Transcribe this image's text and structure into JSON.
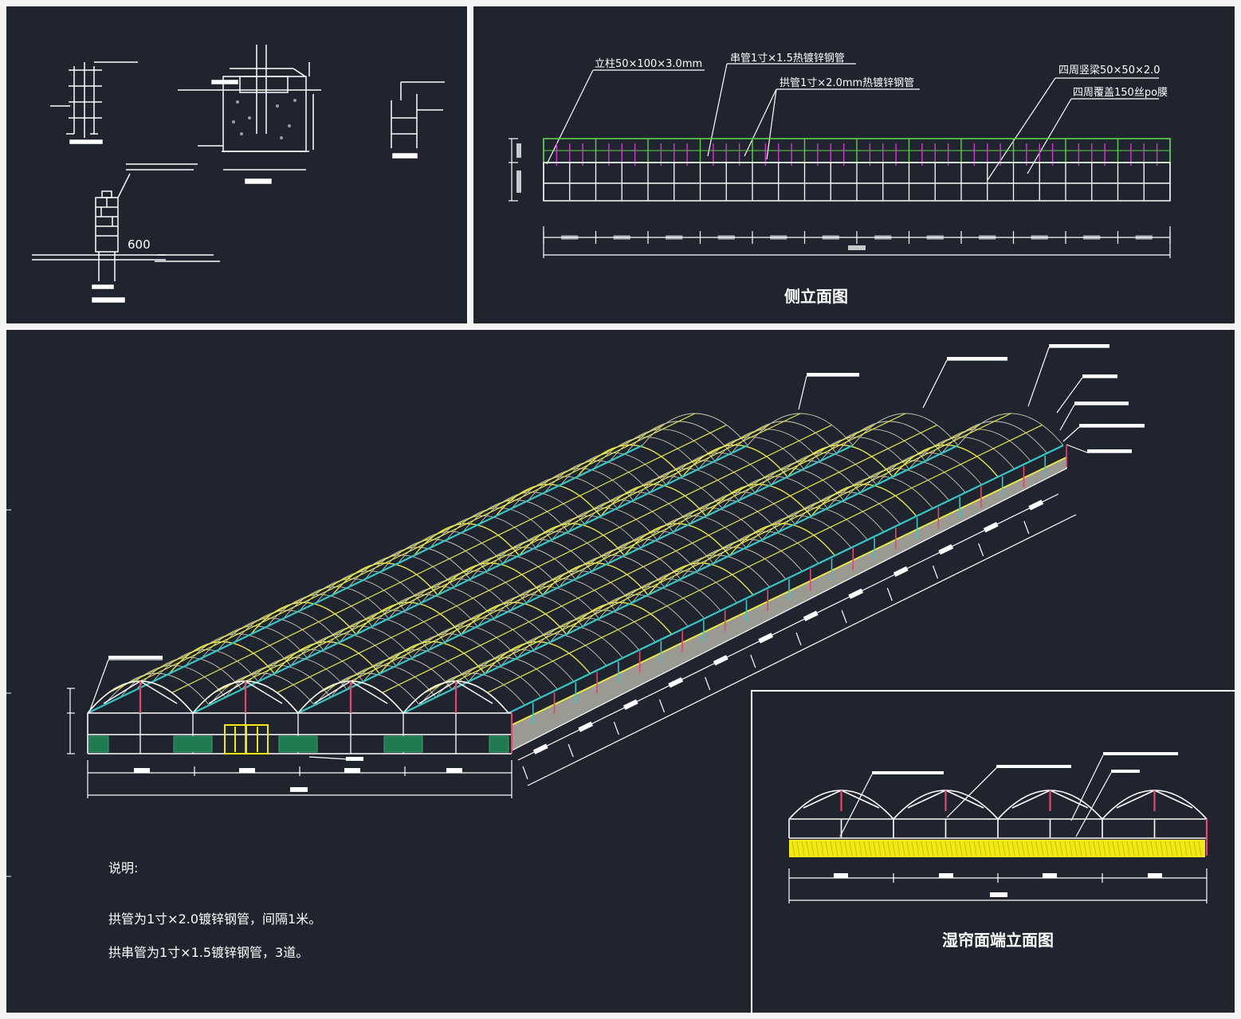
{
  "side_elevation": {
    "title": "侧立面图",
    "labels": {
      "column": "立柱50×100×3.0mm",
      "string_pipe": "串管1寸×1.5热镀锌钢管",
      "arch_pipe": "拱管1寸×2.0mm热镀锌钢管",
      "perimeter_beam": "四周竖梁50×50×2.0",
      "perimeter_film": "四周覆盖150丝po膜"
    },
    "dim_600": "600"
  },
  "end_elevation": {
    "title": "湿帘面端立面图"
  },
  "notes": {
    "heading": "说明:",
    "line1": "拱管为1寸×2.0镀锌钢管，间隔1米。",
    "line2": "拱串管为1寸×1.5镀锌钢管，3道。"
  },
  "colors": {
    "background": "#20242e",
    "line": "#ffffff",
    "roof_yellow": "#e8e84a",
    "gutter_cyan": "#37c6c6",
    "column_red": "#e8456a",
    "top_band_green": "#5fd24a",
    "magenta": "#d23cd2",
    "curtain_yellow": "#f2ea12",
    "fan_green": "#1f7a4f",
    "door_yellow": "#f2ea12",
    "side_gray": "#9a9a92"
  }
}
